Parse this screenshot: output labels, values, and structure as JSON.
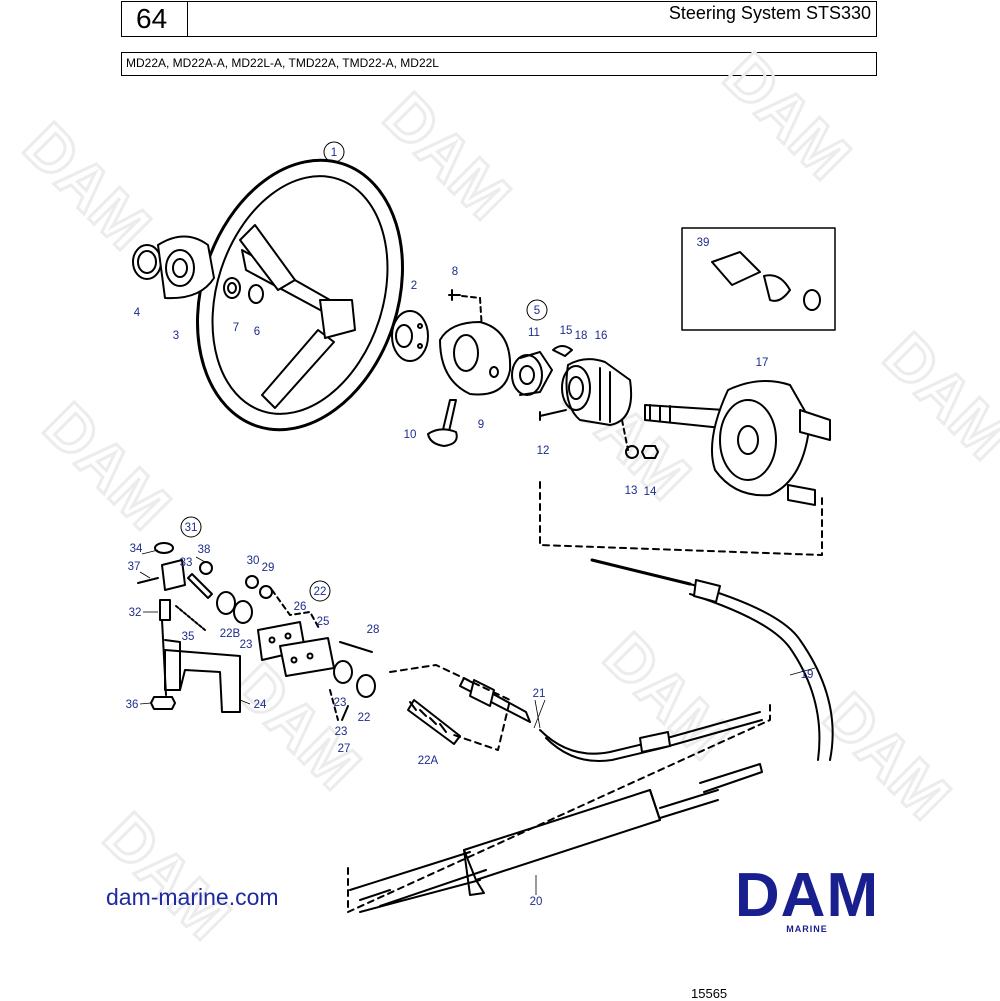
{
  "header": {
    "page_number": "64",
    "title": "Steering System STS330",
    "models": "MD22A, MD22A-A, MD22L-A, TMD22A, TMD22-A, MD22L"
  },
  "watermark": "DAM",
  "callouts": {
    "c1": "1",
    "c2": "2",
    "c3": "3",
    "c4": "4",
    "c5": "5",
    "c6": "6",
    "c7": "7",
    "c8": "8",
    "c9": "9",
    "c10": "10",
    "c11": "11",
    "c12": "12",
    "c13": "13",
    "c14": "14",
    "c15": "15",
    "c16": "16",
    "c17": "17",
    "c18": "18",
    "c19": "19",
    "c20": "20",
    "c21": "21",
    "c22": "22",
    "c22b": "22",
    "c22A": "22A",
    "c22B": "22B",
    "c23": "23",
    "c23b": "23",
    "c23c": "23",
    "c24": "24",
    "c25": "25",
    "c26": "26",
    "c27": "27",
    "c28": "28",
    "c29": "29",
    "c30": "30",
    "c31": "31",
    "c32": "32",
    "c33": "33",
    "c34": "34",
    "c35": "35",
    "c36": "36",
    "c37": "37",
    "c38": "38",
    "c39": "39"
  },
  "footer": {
    "website": "dam-marine.com",
    "logo_text": "DAM",
    "logo_sub": "MARINE",
    "drawing_number": "15565"
  },
  "colors": {
    "label_blue": "#1d2c8c",
    "brand_blue": "#1a1f8f",
    "link_blue": "#1e2aa0"
  }
}
